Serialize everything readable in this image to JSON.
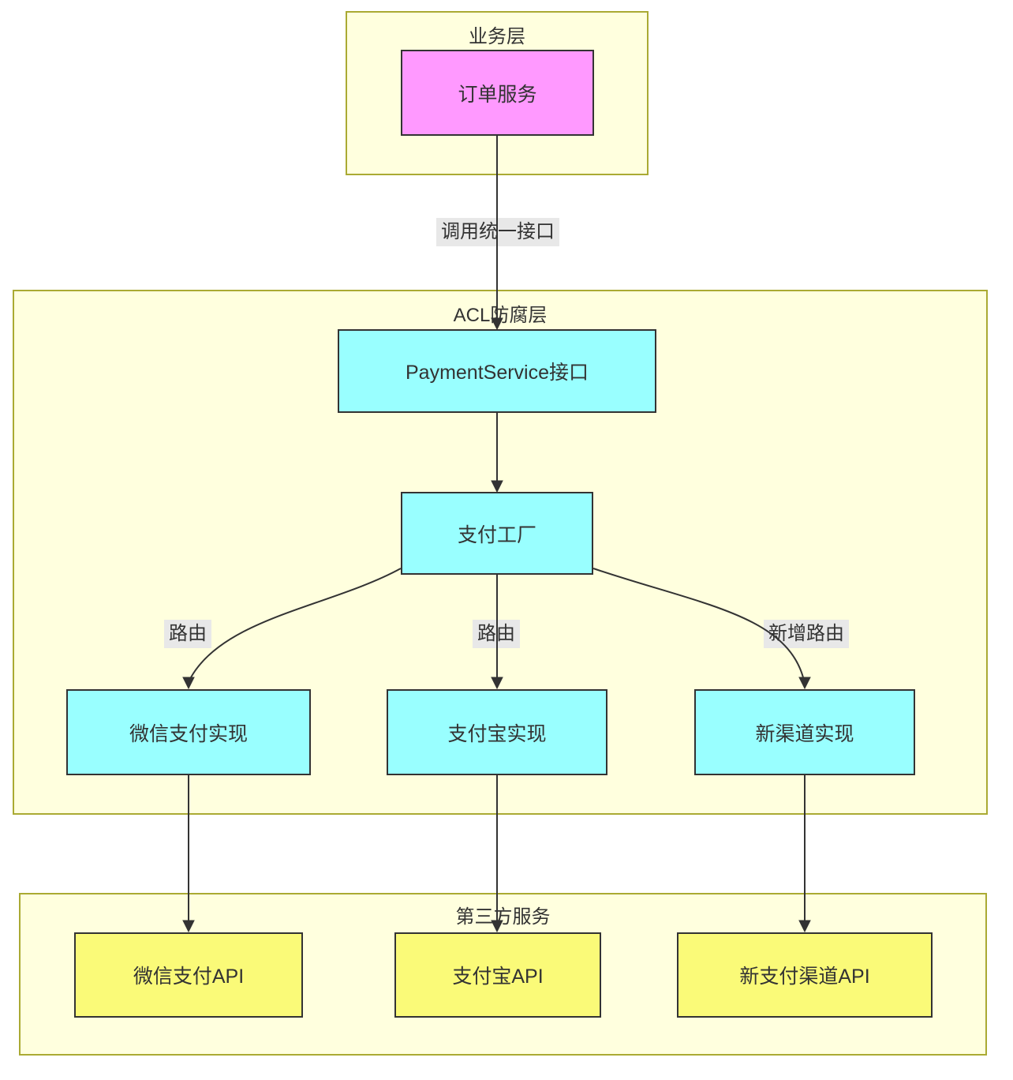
{
  "diagram": {
    "type": "flowchart",
    "groups": [
      {
        "title": "业务层"
      },
      {
        "title": "ACL防腐层"
      },
      {
        "title": "第三方服务"
      }
    ],
    "nodes": {
      "order": {
        "label": "订单服务",
        "fill": "#ff99ff"
      },
      "payment_service": {
        "label": "PaymentService接口",
        "fill": "#99ffff"
      },
      "factory": {
        "label": "支付工厂",
        "fill": "#99ffff"
      },
      "wechat_impl": {
        "label": "微信支付实现",
        "fill": "#99ffff"
      },
      "alipay_impl": {
        "label": "支付宝实现",
        "fill": "#99ffff"
      },
      "new_impl": {
        "label": "新渠道实现",
        "fill": "#99ffff"
      },
      "wechat_api": {
        "label": "微信支付API",
        "fill": "#fafa78"
      },
      "alipay_api": {
        "label": "支付宝API",
        "fill": "#fafa78"
      },
      "new_api": {
        "label": "新支付渠道API",
        "fill": "#fafa78"
      }
    },
    "edge_labels": {
      "call_unified": "调用统一接口",
      "route_left": "路由",
      "route_mid": "路由",
      "route_new": "新增路由"
    },
    "edges": [
      {
        "from": "订单服务",
        "to": "PaymentService接口",
        "label": "调用统一接口"
      },
      {
        "from": "PaymentService接口",
        "to": "支付工厂",
        "label": ""
      },
      {
        "from": "支付工厂",
        "to": "微信支付实现",
        "label": "路由"
      },
      {
        "from": "支付工厂",
        "to": "支付宝实现",
        "label": "路由"
      },
      {
        "from": "支付工厂",
        "to": "新渠道实现",
        "label": "新增路由"
      },
      {
        "from": "微信支付实现",
        "to": "微信支付API",
        "label": ""
      },
      {
        "from": "支付宝实现",
        "to": "支付宝API",
        "label": ""
      },
      {
        "from": "新渠道实现",
        "to": "新支付渠道API",
        "label": ""
      }
    ],
    "colors": {
      "group_fill": "#ffffde",
      "group_border": "#aaaa33",
      "node_border": "#333333",
      "node_magenta": "#ff99ff",
      "node_cyan": "#99ffff",
      "node_yellow": "#fafa78",
      "edge_label_bg": "#e8e8e8",
      "line": "#333333",
      "text": "#333333"
    }
  }
}
